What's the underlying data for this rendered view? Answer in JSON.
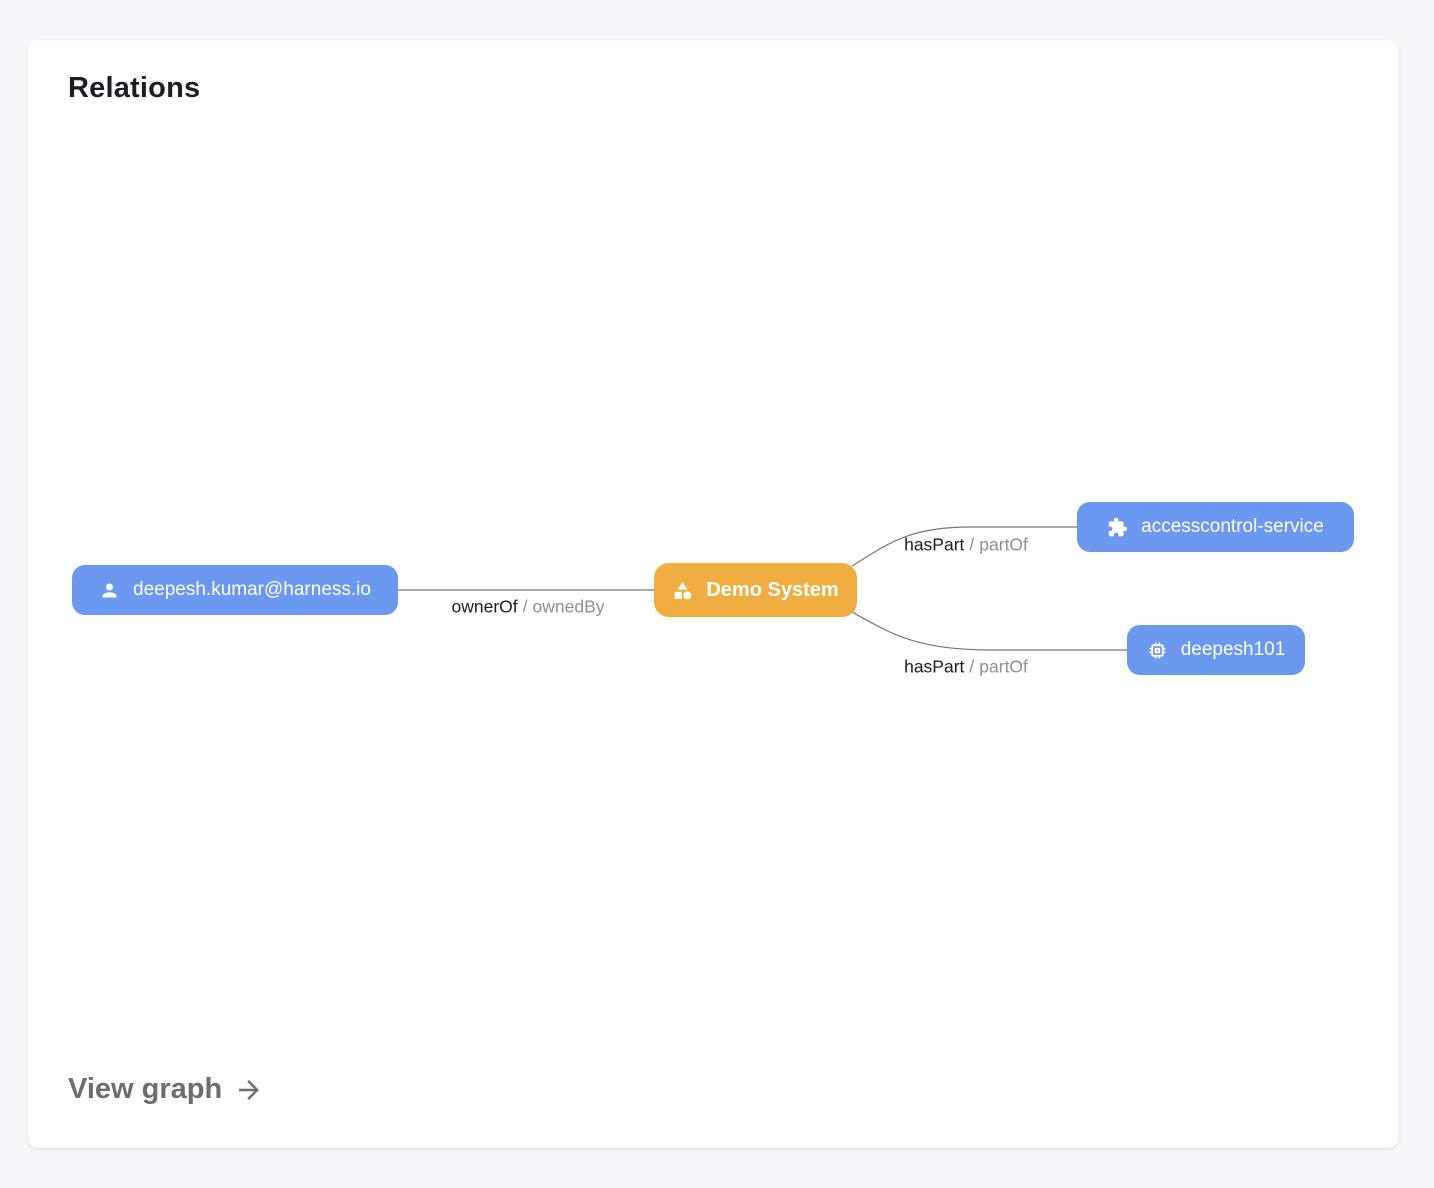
{
  "page": {
    "background": "#f7f8fc"
  },
  "card": {
    "title": "Relations",
    "view_graph_label": "View graph",
    "view_graph_icon": "arrow-right-icon"
  },
  "colors": {
    "node_blue": "#6a98ef",
    "node_orange": "#f0ae40",
    "node_text": "#ffffff",
    "edge_line": "#757575",
    "edge_label_primary": "#1c1c1e",
    "edge_label_secondary": "#8e8e90"
  },
  "graph": {
    "nodes": [
      {
        "id": "user-deepesh-kumar",
        "kind": "user",
        "label": "deepesh.kumar@harness.io",
        "icon": "person-icon",
        "color": "#6a98ef"
      },
      {
        "id": "system-demo-system",
        "kind": "system",
        "label": "Demo System",
        "icon": "category-icon",
        "color": "#f0ae40"
      },
      {
        "id": "service-accesscontrol",
        "kind": "service",
        "label": "accesscontrol-service",
        "icon": "puzzle-icon",
        "color": "#6a98ef"
      },
      {
        "id": "component-deepesh101",
        "kind": "component",
        "label": "deepesh101",
        "icon": "chip-icon",
        "color": "#6a98ef"
      }
    ],
    "edges": [
      {
        "from": "deepesh.kumar@harness.io",
        "to": "Demo System",
        "primary": "ownerOf",
        "separator": "/",
        "secondary": "ownedBy"
      },
      {
        "from": "Demo System",
        "to": "accesscontrol-service",
        "primary": "hasPart",
        "separator": "/",
        "secondary": "partOf"
      },
      {
        "from": "Demo System",
        "to": "deepesh101",
        "primary": "hasPart",
        "separator": "/",
        "secondary": "partOf"
      }
    ]
  }
}
